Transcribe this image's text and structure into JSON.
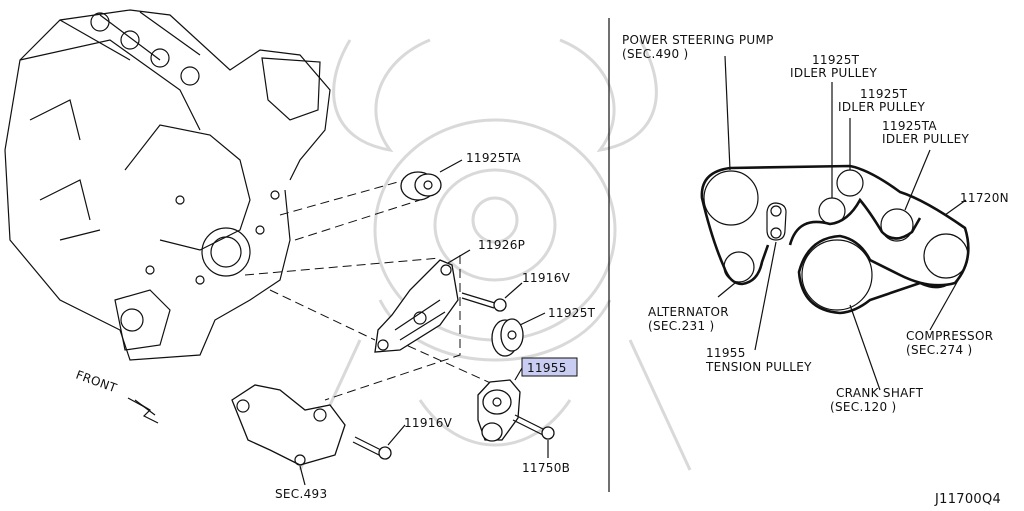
{
  "left_view": {
    "labels": {
      "p11925ta": "11925TA",
      "p11926p": "11926P",
      "p11916v_upper": "11916V",
      "p11925t": "11925T",
      "p11955": "11955",
      "p11916v_lower": "11916V",
      "p11750b": "11750B",
      "sec493": "SEC.493",
      "front": "FRONT"
    },
    "highlight_color": "#c9cdf2"
  },
  "belt_layout": {
    "labels": {
      "ps_pump": "POWER STEERING PUMP",
      "ps_pump_sec": "(SEC.490 )",
      "idler1_code": "11925T",
      "idler1_name": "IDLER PULLEY",
      "idler2_code": "11925T",
      "idler2_name": "IDLER PULLEY",
      "idler3_code": "11925TA",
      "idler3_name": "IDLER PULLEY",
      "belt": "11720N",
      "alternator": "ALTERNATOR",
      "alternator_sec": "(SEC.231 )",
      "tension_code": "11955",
      "tension_name": "TENSION PULLEY",
      "compressor": "COMPRESSOR",
      "compressor_sec": "(SEC.274 )",
      "crank": "CRANK SHAFT",
      "crank_sec": "(SEC.120 )"
    }
  },
  "figure_id": "J11700Q4"
}
